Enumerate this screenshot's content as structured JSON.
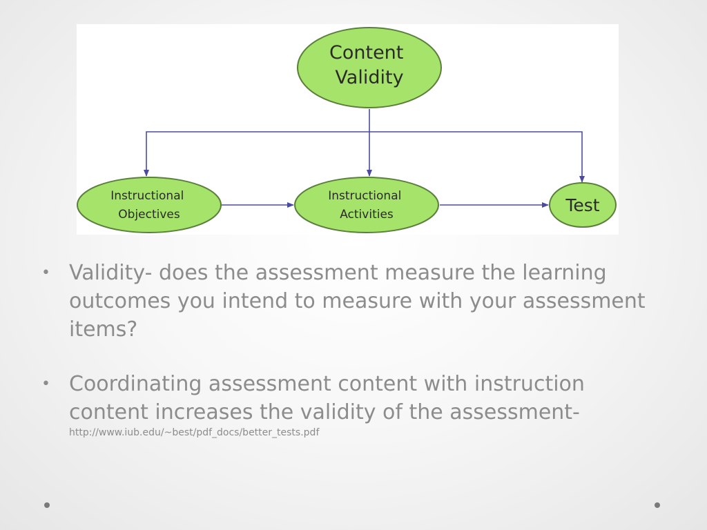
{
  "diagram": {
    "nodes": {
      "content_validity": [
        "Content",
        "Validity"
      ],
      "instructional_objectives": [
        "Instructional",
        "Objectives"
      ],
      "instructional_activities": [
        "Instructional",
        "Activities"
      ],
      "test": [
        "Test"
      ]
    },
    "edges": [
      {
        "from": "content_validity",
        "to": "instructional_objectives"
      },
      {
        "from": "content_validity",
        "to": "instructional_activities"
      },
      {
        "from": "content_validity",
        "to": "test"
      },
      {
        "from": "instructional_objectives",
        "to": "instructional_activities"
      },
      {
        "from": "instructional_activities",
        "to": "test"
      }
    ],
    "colors": {
      "node_fill": "#a6e36a",
      "node_stroke": "#5a7f3c",
      "edge": "#4a4aa0"
    }
  },
  "bullets": [
    {
      "text": "Validity- does the assessment measure the learning outcomes you intend to measure with your assessment items?"
    },
    {
      "text": "Coordinating assessment content with instruction content increases the validity of the assessment-",
      "url": "http://www.iub.edu/~best/pdf_docs/better_tests.pdf"
    }
  ],
  "bullet_glyph": "•"
}
